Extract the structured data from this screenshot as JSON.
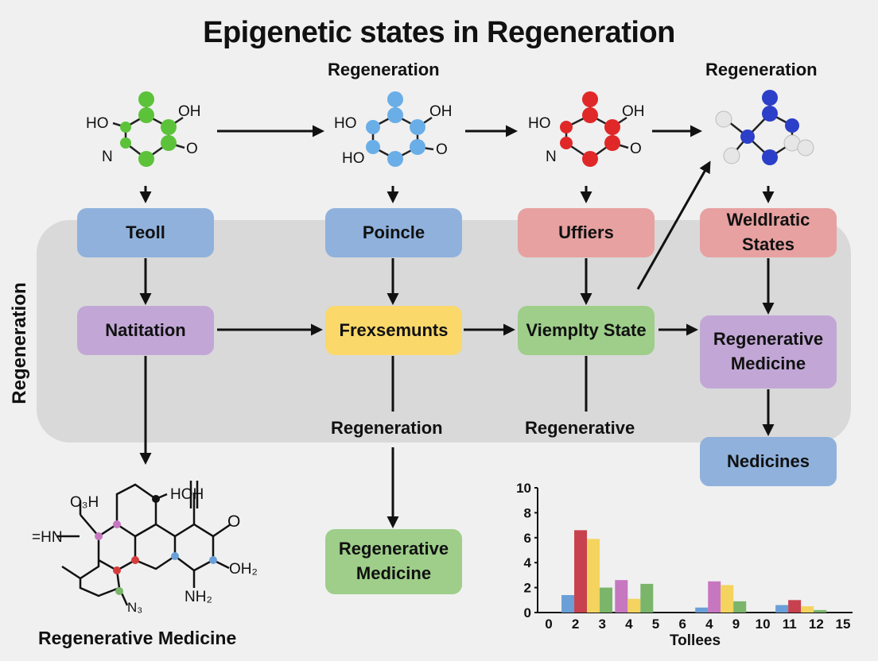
{
  "title": "Epigenetic states in Regeneration",
  "side_label": "Regeneration",
  "top_labels": [
    "Regeneration",
    "Regeneration"
  ],
  "molecules": {
    "m1": {
      "ho": "HO",
      "oh": "OH",
      "n": "N",
      "o": "O",
      "color": "#5cc23a"
    },
    "m2": {
      "ho": "HO",
      "oh": "OH",
      "ho2": "HO",
      "o": "O",
      "color": "#6aaee8"
    },
    "m3": {
      "ho": "HO",
      "oh": "OH",
      "n": "N",
      "o": "O",
      "color": "#e02828"
    },
    "m4": {
      "color": "#2c3fc9",
      "accent": "#e6e6e6"
    }
  },
  "boxes": {
    "teoll": "Teoll",
    "poincle": "Poincle",
    "uffiers": "Uffiers",
    "weldlratic": "Weldlratic States",
    "natitation": "Natitation",
    "frexsemunts": "Frexsemunts",
    "viemplty": "Viemplty State",
    "regen_medicine_mid": "Regenerative Medicine",
    "nedicines": "Nedicines",
    "regen_medicine_bottom": "Regenerative Medicine"
  },
  "mid_labels": {
    "regeneration": "Regeneration",
    "regenerative": "Regenerative"
  },
  "structure": {
    "o3h": "O₃H",
    "hoh": "HOH",
    "hn": "=HN",
    "o": "O",
    "oh2": "OH₂",
    "nh2": "NH₂",
    "n3": "N₃",
    "caption": "Regenerative Medicine"
  },
  "colors": {
    "blue": "#8fb1dc",
    "purple": "#c2a7d6",
    "yellow": "#fad86a",
    "green": "#9ece8a",
    "red": "#e6a1a0",
    "band": "#d9d9d9"
  },
  "chart_data": {
    "type": "bar",
    "xlabel": "Tollees",
    "ylim": [
      0,
      10
    ],
    "y_ticks": [
      "0",
      "2",
      "4",
      "6",
      "8",
      "10"
    ],
    "x_ticks": [
      "0",
      "2",
      "3",
      "4",
      "5",
      "6",
      "4",
      "9",
      "10",
      "11",
      "12",
      "15"
    ],
    "groups": [
      {
        "x_tick_index": 1,
        "bars": [
          {
            "color": "#6a9fd8",
            "value": 1.4
          },
          {
            "color": "#c8414e",
            "value": 6.6
          },
          {
            "color": "#f4d35e",
            "value": 5.9
          },
          {
            "color": "#7ab56a",
            "value": 2.0
          }
        ]
      },
      {
        "x_tick_index": 3,
        "bars": [
          {
            "color": "#c677c0",
            "value": 2.6
          },
          {
            "color": "#f4d35e",
            "value": 1.1
          },
          {
            "color": "#7ab56a",
            "value": 2.3
          }
        ]
      },
      {
        "x_tick_index": 6,
        "bars": [
          {
            "color": "#6a9fd8",
            "value": 0.4
          },
          {
            "color": "#c677c0",
            "value": 2.5
          },
          {
            "color": "#f4d35e",
            "value": 2.2
          },
          {
            "color": "#7ab56a",
            "value": 0.9
          }
        ]
      },
      {
        "x_tick_index": 9,
        "bars": [
          {
            "color": "#6a9fd8",
            "value": 0.6
          },
          {
            "color": "#c8414e",
            "value": 1.0
          },
          {
            "color": "#f4d35e",
            "value": 0.5
          },
          {
            "color": "#7ab56a",
            "value": 0.2
          }
        ]
      }
    ]
  }
}
